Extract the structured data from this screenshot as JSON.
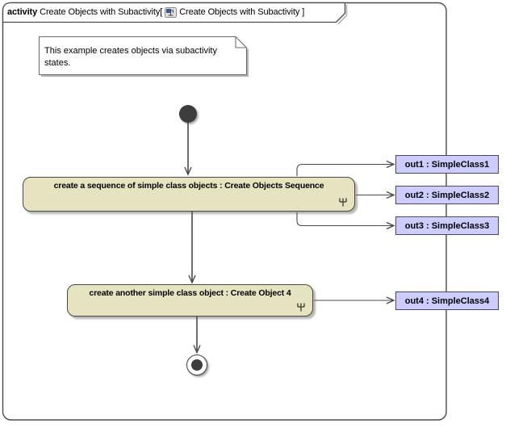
{
  "frame": {
    "keyword": "activity",
    "context": "Create Objects with Subactivity[",
    "diagram_ref": "Create Objects with Subactivity ]"
  },
  "note": {
    "text": "This example creates objects via subactivity states."
  },
  "nodes": {
    "initial": {
      "type": "initial-node"
    },
    "action1": {
      "label": "create a sequence of simple class objects : Create Objects Sequence",
      "icon": "rake-icon"
    },
    "action2": {
      "label": "create another simple class object : Create Object 4",
      "icon": "rake-icon"
    },
    "final": {
      "type": "activity-final-node"
    }
  },
  "pins": [
    {
      "label": "out1 : SimpleClass1"
    },
    {
      "label": "out2 : SimpleClass2"
    },
    {
      "label": "out3 : SimpleClass3"
    },
    {
      "label": "out4 : SimpleClass4"
    }
  ],
  "icons": {
    "title_icon": "activity-diagram-icon",
    "subactivity_icon": "rake-icon"
  },
  "colors": {
    "action_fill": "#e6e4c0",
    "pin_fill": "#ccccff",
    "node_fill": "#3d3d3d",
    "line": "#4a4a4a",
    "note_fill": "#ffffff",
    "background": "#ffffff"
  }
}
